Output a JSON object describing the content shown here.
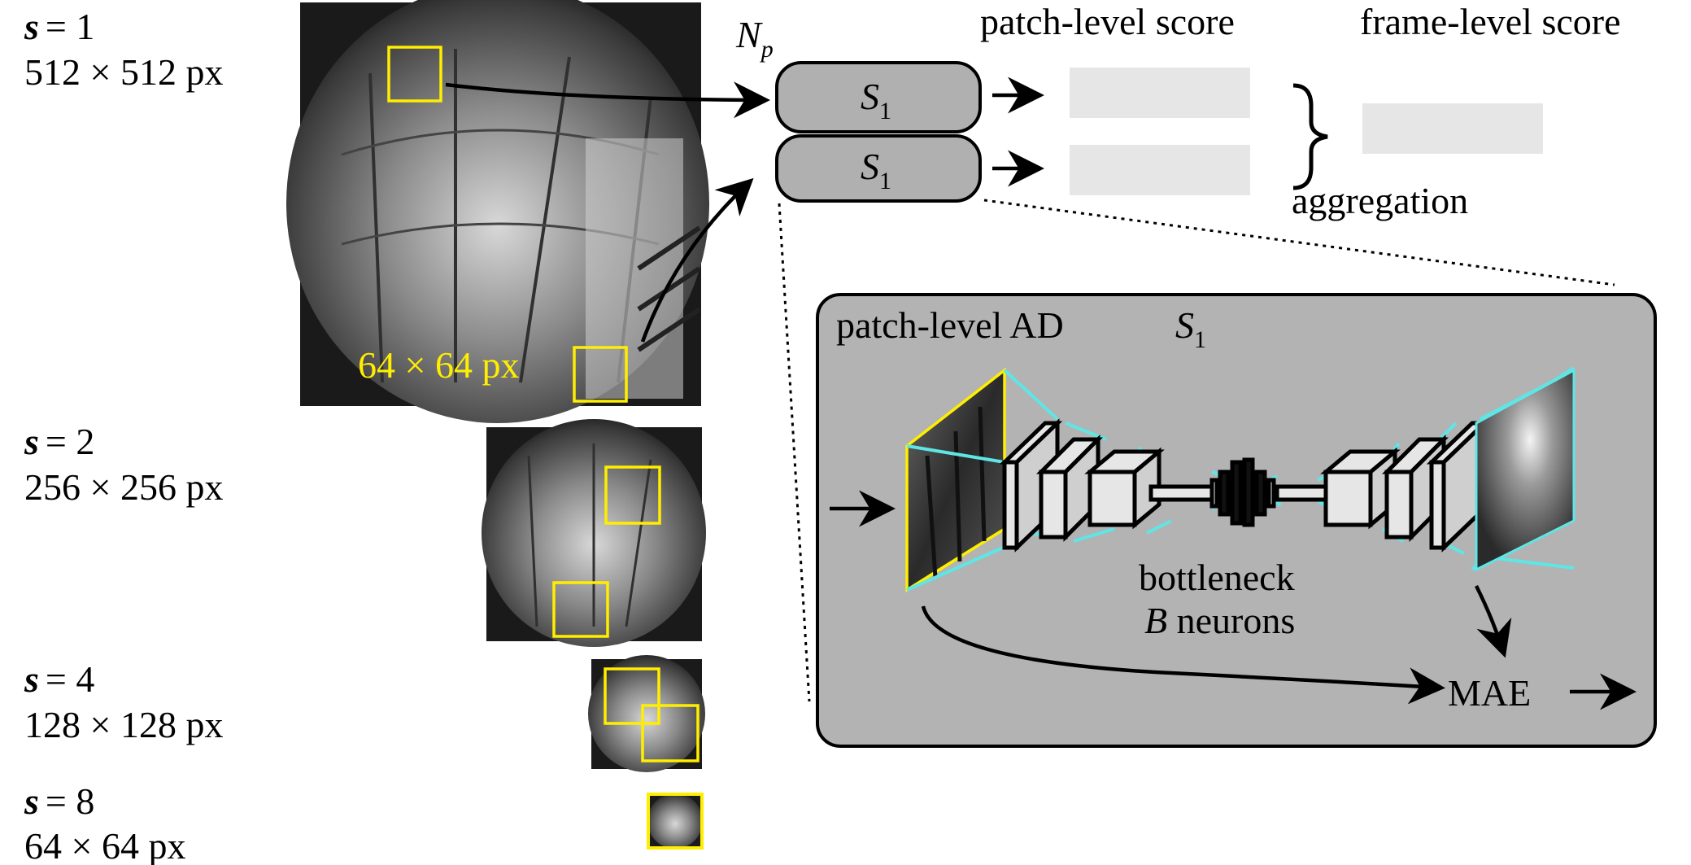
{
  "scales": [
    {
      "s_label": "s",
      "s_value": "= 1",
      "size": "512 × 512 px"
    },
    {
      "s_label": "s",
      "s_value": "= 2",
      "size": "256 × 256 px"
    },
    {
      "s_label": "s",
      "s_value": "= 4",
      "size": "128 × 128 px"
    },
    {
      "s_label": "s",
      "s_value": "= 8",
      "size": "64 × 64 px"
    }
  ],
  "patch_size_label": "64 × 64 px",
  "np_label": {
    "main": "N",
    "sub": "p"
  },
  "detectors": [
    {
      "main": "S",
      "sub": "1"
    },
    {
      "main": "S",
      "sub": "1"
    }
  ],
  "headers": {
    "patch_score": "patch-level score",
    "frame_score": "frame-level score"
  },
  "aggregation_label": "aggregation",
  "inset": {
    "title": "patch-level AD",
    "detector": {
      "main": "S",
      "sub": "1"
    },
    "bottleneck_line1": "bottleneck",
    "bottleneck_var": "B",
    "bottleneck_line2": " neurons",
    "loss_label": "MAE"
  },
  "colors": {
    "patch_box": "#ffee00",
    "score_box": "#e6e6e6",
    "detector_fill": "#b0b0b0",
    "inset_fill": "#b3b3b3",
    "connector": "#5ee6e6"
  }
}
